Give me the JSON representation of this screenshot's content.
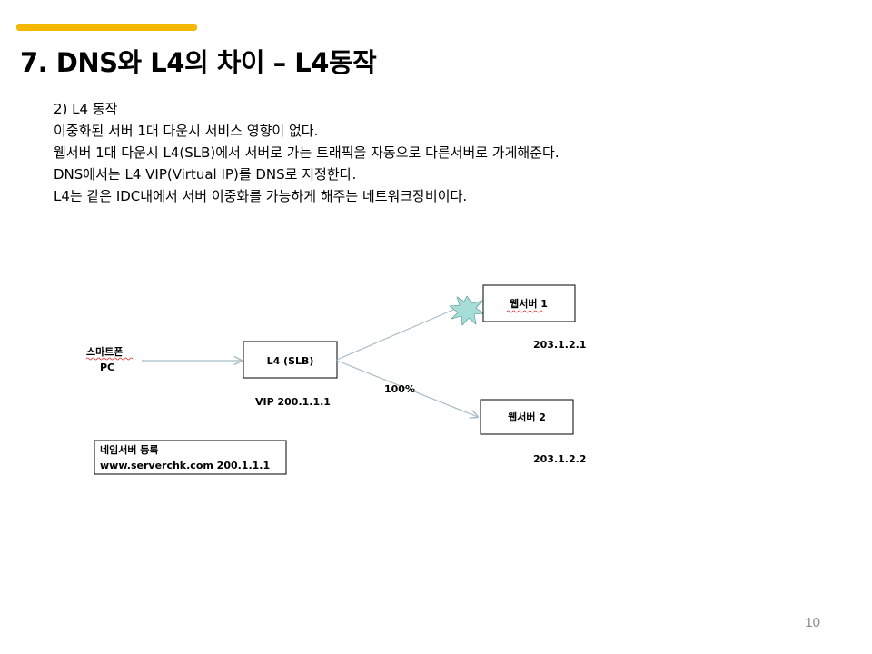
{
  "slide": {
    "title": "7. DNS와 L4의 차이 – L4동작",
    "page_number": "10",
    "accent_color": "#f5b800",
    "lines": [
      "2) L4 동작",
      "이중화된 서버 1대 다운시 서비스 영향이 없다.",
      "웹서버 1대 다운시 L4(SLB)에서  서버로 가는 트래픽을 자동으로 다른서버로 가게해준다.",
      "DNS에서는 L4 VIP(Virtual IP)를 DNS로 지정한다.",
      "L4는 같은 IDC내에서 서버 이중화를  가능하게 해주는 네트워크장비이다."
    ]
  },
  "diagram": {
    "client_line1": "스마트폰",
    "client_line2": "PC",
    "l4_label": "L4 (SLB)",
    "vip_label": "VIP 200.1.1.1",
    "traffic_label": "100%",
    "server1_label": "웹서버 1",
    "server1_ip": "203.1.2.1",
    "server2_label": "웹서버 2",
    "server2_ip": "203.1.2.2",
    "nameserver_line1": "네임서버 등록",
    "nameserver_line2": "www.serverchk.com   200.1.1.1",
    "failure_icon": "burst-icon",
    "failure_color": "#a6ddd8",
    "arrow_color": "#a8bcc8"
  }
}
